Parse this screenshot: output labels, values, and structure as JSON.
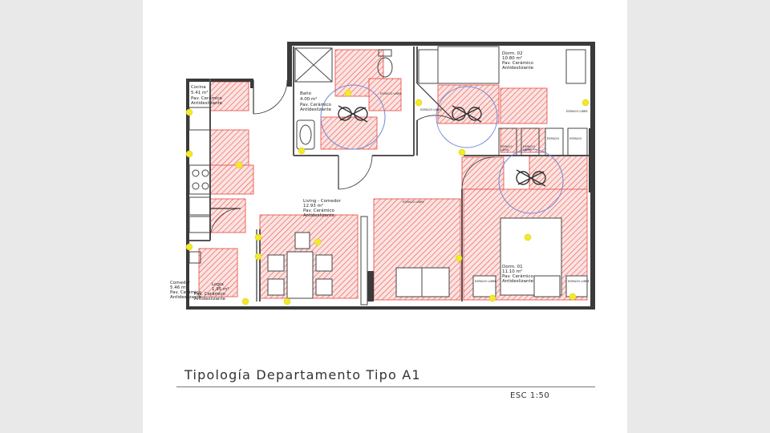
{
  "title": "Tipología Departamento Tipo A1",
  "scale": "ESC 1:50",
  "colors": {
    "hatch": "#e8473f",
    "hatch_fill": "#f7c7c4",
    "marker": "#f2ea2a",
    "circle": "#6f8bd6",
    "wall": "#3a3a3a",
    "partition": "#6a6a6a"
  },
  "rooms": {
    "cocina": {
      "name": "Cocina",
      "area": "5.41 m²",
      "floor1": "Pav. Cerámico",
      "floor2": "Antideslizante"
    },
    "bano": {
      "name": "Baño",
      "area": "4.00 m²",
      "floor1": "Pav. Cerámico",
      "floor2": "Antideslizante"
    },
    "dorm2": {
      "name": "Dorm. 02",
      "area": "10.80 m²",
      "floor1": "Pav. Cerámico",
      "floor2": "Antideslizante"
    },
    "living": {
      "name": "Living - Comedor",
      "area": "12.93 m²",
      "floor1": "Pav. Cerámico",
      "floor2": "Antideslizante"
    },
    "dorm1": {
      "name": "Dorm. 01",
      "area": "11.10 m²",
      "floor1": "Pav. Cerámico",
      "floor2": "Antideslizante"
    },
    "comedor": {
      "name": "Comedor",
      "area": "5.46 m²",
      "floor1": "Pav. Cerámico",
      "floor2": "Antideslizante"
    },
    "logia": {
      "name": "Logia",
      "area": "1.95 m²",
      "floor1": "Pav. Cerámico",
      "floor2": "Antideslizante"
    }
  },
  "annotations": {
    "espacio_libre": "ESPACIO LIBRE",
    "espacio": "ESPACIO",
    "libre": "LIBRE"
  }
}
